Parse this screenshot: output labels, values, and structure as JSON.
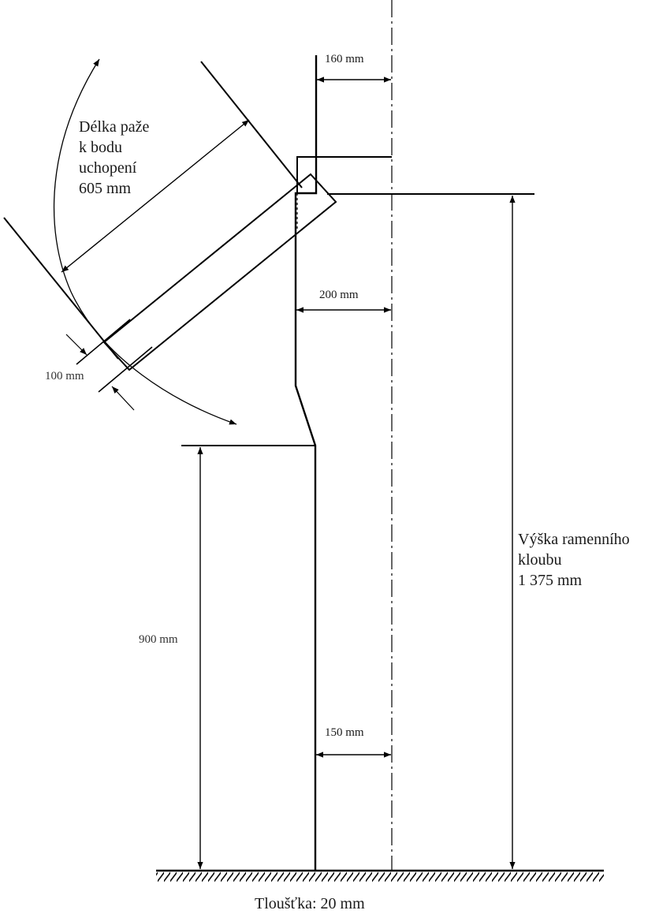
{
  "labels": {
    "arm_length": [
      "Délka paže",
      "k bodu",
      "uchopení",
      "605 mm"
    ],
    "shoulder_height": [
      "Výška ramenního",
      "kloubu",
      "1 375 mm"
    ],
    "thickness": "Tloušťka: 20 mm",
    "dim_160": "160 mm",
    "dim_200": "200 mm",
    "dim_150": "150 mm",
    "dim_100": "100 mm",
    "dim_900": "900 mm"
  },
  "colors": {
    "stroke": "#000000",
    "text": "#1a1a1a"
  }
}
